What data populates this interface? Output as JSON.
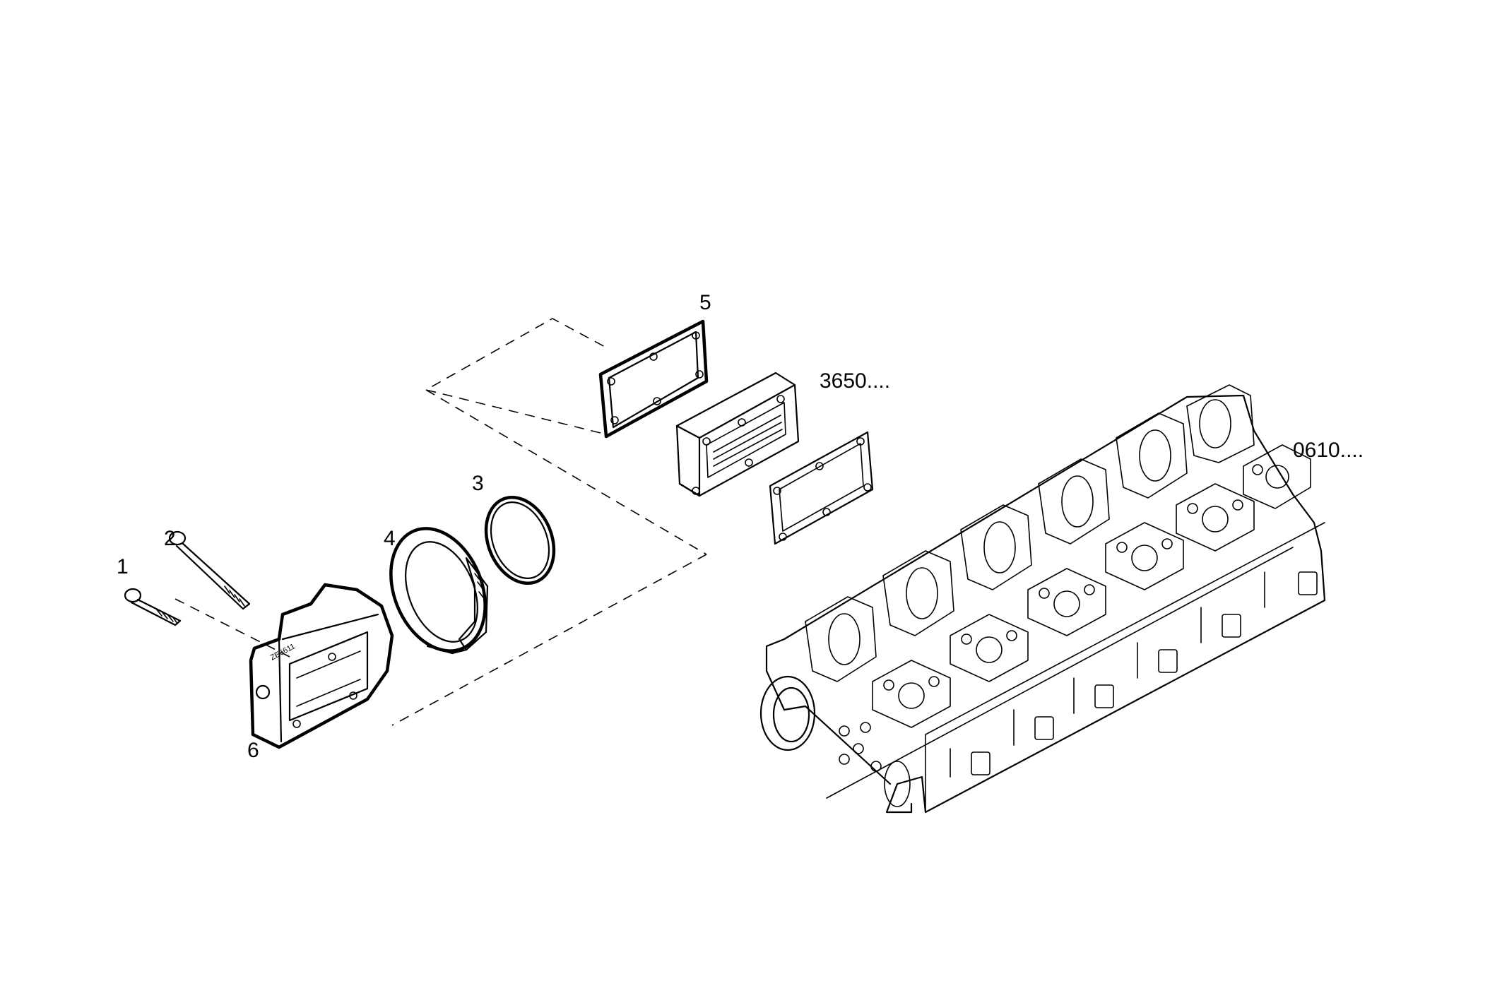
{
  "diagram": {
    "callouts": {
      "c1": "1",
      "c2": "2",
      "c3": "3",
      "c4": "4",
      "c5": "5",
      "c6": "6",
      "ref_3650": "3650....",
      "ref_0610": "0610...."
    },
    "housing_stamp": "ZE6611",
    "line_color": "#000000",
    "background": "#ffffff"
  }
}
